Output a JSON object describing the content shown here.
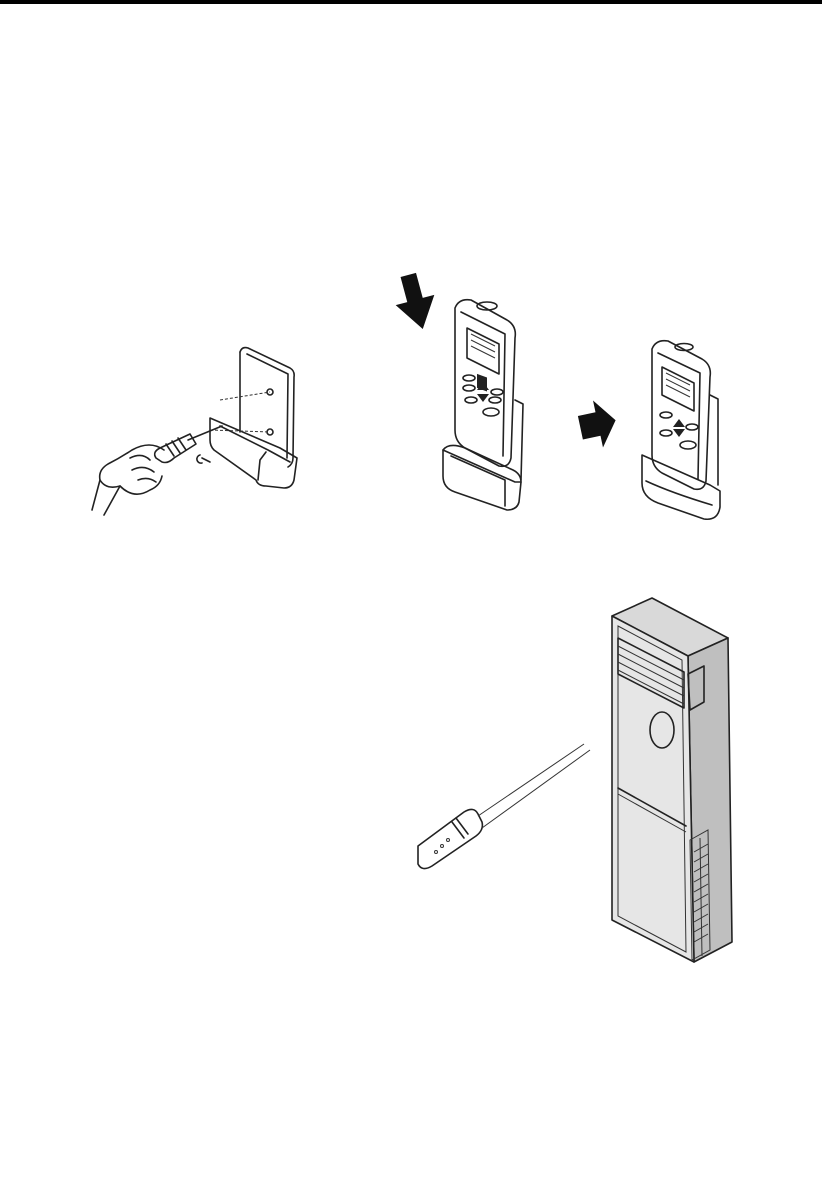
{
  "colors": {
    "line": "#222222",
    "rule": "#000000",
    "page": "#ffffff",
    "unit_front": "#e6e6e6",
    "unit_top": "#d9d9d9",
    "unit_side": "#bfbfbf",
    "arrow": "#111111"
  },
  "figures": [
    {
      "id": "fig-mount-holder",
      "icon": "screwdriver-mount-icon"
    },
    {
      "id": "fig-insert-remote",
      "icon": "down-arrow-icon"
    },
    {
      "id": "fig-remote-in-holder",
      "icon": "right-arrow-icon"
    },
    {
      "id": "fig-aim-remote",
      "icon": "signal-beam-icon"
    }
  ]
}
